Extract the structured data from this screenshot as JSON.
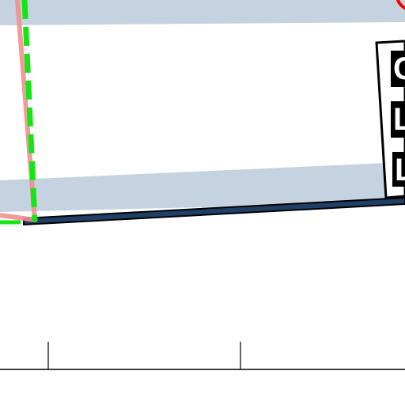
{
  "colors": {
    "background": "#ffffff",
    "band_fill": "#c4d3df",
    "road_stroke": "#1e3f66",
    "road_edge": "#000000",
    "pink_line": "#f28f8f",
    "green_dash": "#14e614",
    "red_circle": "#ff0000",
    "legend_border": "#000000",
    "legend_square": "#000000",
    "axis": "#000000"
  },
  "legend": {
    "items": [
      {
        "glyph": "C"
      },
      {
        "glyph": "L"
      },
      {
        "glyph": "L"
      }
    ]
  },
  "icons": {
    "marker": "red-circle-icon"
  }
}
